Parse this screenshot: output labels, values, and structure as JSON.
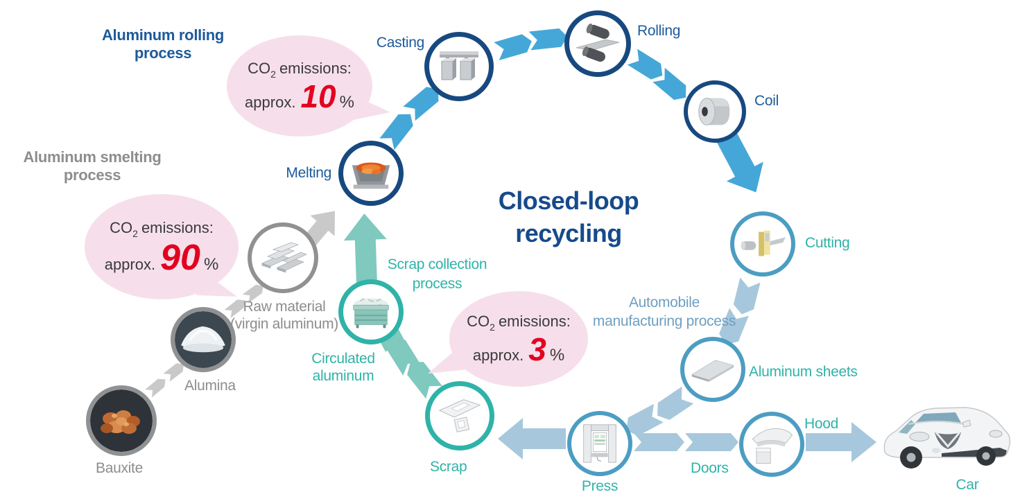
{
  "title": {
    "line1": "Closed-loop",
    "line2": "recycling"
  },
  "sections": {
    "rolling": {
      "line1": "Aluminum rolling",
      "line2": "process"
    },
    "smelting": {
      "line1": "Aluminum smelting",
      "line2": "process"
    },
    "scrap_collection": {
      "line1": "Scrap collection",
      "line2": "process"
    },
    "automobile": {
      "line1": "Automobile",
      "line2": "manufacturing process"
    }
  },
  "bubbles": {
    "rolling": {
      "co2": "CO",
      "co2_sub": "2",
      "emissions": "emissions:",
      "approx": "approx.",
      "value": "10",
      "unit": "%"
    },
    "smelting": {
      "co2": "CO",
      "co2_sub": "2",
      "emissions": "emissions:",
      "approx": "approx.",
      "value": "90",
      "unit": "%"
    },
    "scrap": {
      "co2": "CO",
      "co2_sub": "2",
      "emissions": "emissions:",
      "approx": "approx.",
      "value": "3",
      "unit": "%"
    }
  },
  "nodes": {
    "casting": "Casting",
    "rolling": "Rolling",
    "coil": "Coil",
    "cutting": "Cutting",
    "aluminum_sheets": "Aluminum sheets",
    "hood": "Hood",
    "doors": "Doors",
    "press": "Press",
    "scrap": "Scrap",
    "circulated_line1": "Circulated",
    "circulated_line2": "aluminum",
    "melting": "Melting",
    "raw_line1": "Raw material",
    "raw_line2": "(virgin aluminum)",
    "alumina": "Alumina",
    "bauxite": "Bauxite",
    "car": "Car"
  },
  "colors": {
    "navy_border": "#17497f",
    "navy_text": "#1d5a9b",
    "title_navy": "#164a8c",
    "bright_blue_arrow": "#45a7d8",
    "steel_blue_arrow": "#a7c8dc",
    "steel_blue_text": "#6f9fc0",
    "auto_node_border": "#4c9dc2",
    "teal": "#2fb3a8",
    "teal_arrow": "#7fc9bf",
    "gray_border": "#8f9193",
    "gray_text": "#8d8d8d",
    "gray_arrow": "#c9c9c9",
    "bubble_pink": "#f6dfea",
    "emphasis_red": "#e30020",
    "bubble_text": "#3a3a3a"
  }
}
